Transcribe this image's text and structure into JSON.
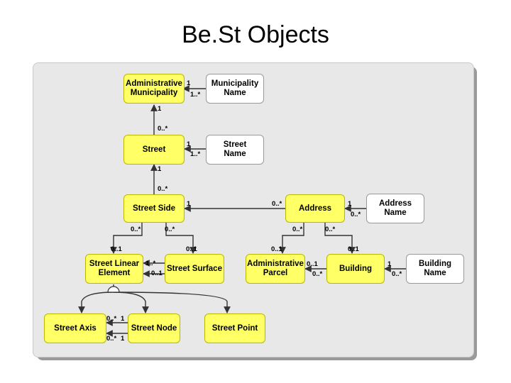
{
  "title": "Be.St Objects",
  "nodes": {
    "admin_municipality": "Administrative\nMunicipality",
    "municipality_name": "Municipality\nName",
    "street": "Street",
    "street_name": "Street\nName",
    "street_side": "Street Side",
    "address": "Address",
    "address_name": "Address\nName",
    "street_linear_element": "Street Linear\nElement",
    "street_surface": "Street Surface",
    "administrative_parcel": "Administrative\nParcel",
    "building": "Building",
    "building_name": "Building\nName",
    "street_axis": "Street Axis",
    "street_node": "Street Node",
    "street_point": "Street Point"
  },
  "multiplicities": {
    "am_mn_1": "1",
    "am_mn_2": "1..*",
    "am_st_1": "1",
    "am_st_2": "0..*",
    "st_sn_1": "1",
    "st_sn_2": "1..*",
    "st_ss_1": "1",
    "st_ss_2": "0..*",
    "ss_ad_1": "0..*",
    "ss_ad_2": "1",
    "ad_an_1": "1",
    "ad_an_2": "0..*",
    "ss_sle_1": "0..*",
    "ss_sle_2": "0..1",
    "ss_ssu_1": "0..*",
    "ss_ssu_2": "0..1",
    "ad_ap_1": "0..*",
    "ad_ap_2": "0..1",
    "ad_bd_1": "0..*",
    "ad_bd_2": "0..1",
    "sle_ssu_1": "1..*",
    "sle_ssu_2": "0..1",
    "ap_bd_1": "0..1",
    "ap_bd_2": "0..*",
    "bd_bn_1": "1",
    "bd_bn_2": "0..*",
    "sa_sn_1": "0..*",
    "sa_sn_2": "1",
    "sa_sn_3": "0..*",
    "sa_sn_4": "1"
  },
  "colors": {
    "class_fill": "#ffff66",
    "name_fill": "#ffffff",
    "panel": "#e8e8e8",
    "line": "#333333"
  }
}
